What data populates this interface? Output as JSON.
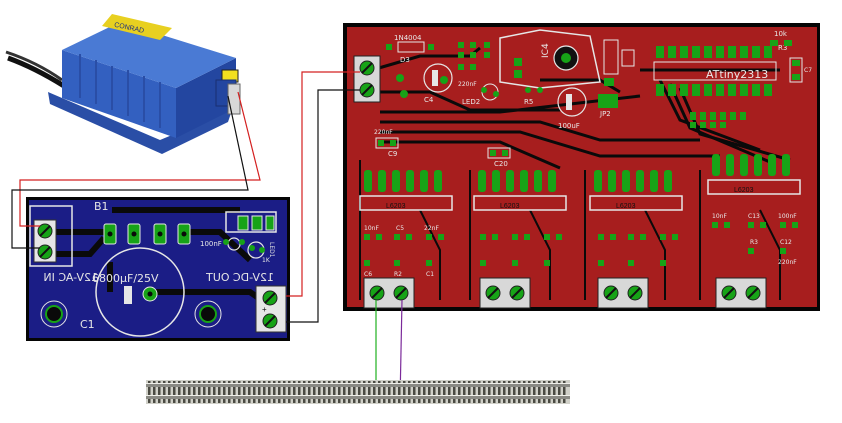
{
  "transformer": {
    "brand_text": "CONRAD"
  },
  "power_pcb": {
    "label_b1": "B1",
    "label_capacitor": "6800µF/25V",
    "label_c1": "C1",
    "label_in": "12V-AC IN",
    "label_out": "12V-DC OUT",
    "label_small_cap": "100nF",
    "label_led": "LED1",
    "label_r": "1K"
  },
  "controller_pcb": {
    "label_mcu": "ATtiny2313",
    "label_ic4": "IC4",
    "label_c4": "C4",
    "label_c7": "C7",
    "label_d3": "D3",
    "label_r3": "R3",
    "label_r5": "R5",
    "label_led2": "LED2",
    "label_jp2": "JP2",
    "label_220nf": "220nF",
    "label_10uf": "100uF",
    "label_1n4004": "1N4004",
    "label_10k": "10k",
    "label_c20": "C20",
    "label_c9": "C9",
    "label_ic_block_1": "L6203",
    "label_ic_block_2": "L6203",
    "label_ic_block_3": "L6203",
    "label_ic_block_4": "L6203",
    "channel_labels": [
      "10nF",
      "C5",
      "22nF",
      "R2",
      "C6",
      "C1",
      "10nF",
      "C13",
      "100nF",
      "C12",
      "220nF",
      "R3"
    ]
  },
  "colors": {
    "pcb_red": "#a71e1e",
    "pcb_blue": "#1b1d86",
    "trace_black": "#0a0a0a",
    "pad_green": "#17a317",
    "silk_white": "#e6e6e6",
    "wire_red": "#d42020",
    "wire_black": "#111111",
    "wire_green": "#20b020",
    "wire_purple": "#7b2a9a",
    "transformer_blue": "#2f58b8"
  },
  "icons": [
    "transformer-icon",
    "rail-track-icon",
    "screw-terminal-icon"
  ]
}
